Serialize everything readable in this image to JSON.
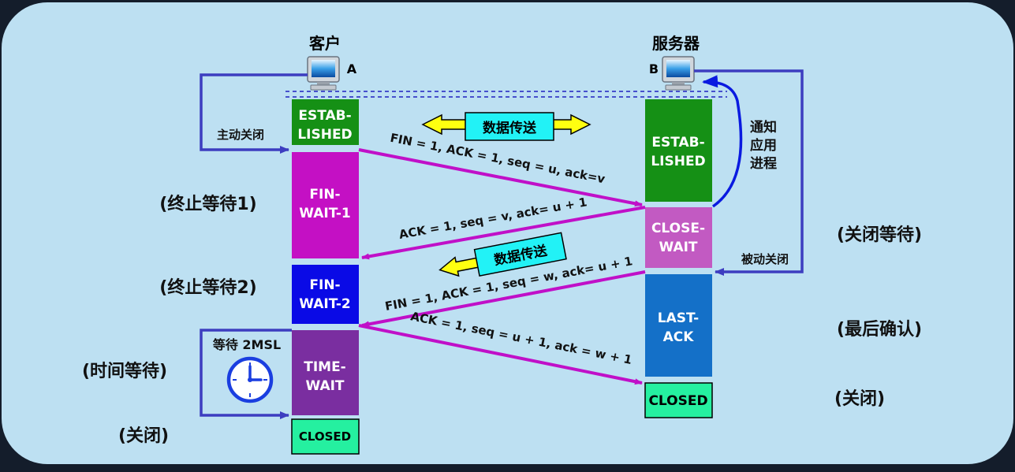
{
  "client": {
    "title": "客户",
    "letter": "A"
  },
  "server": {
    "title": "服务器",
    "letter": "B"
  },
  "client_states": {
    "established": [
      "ESTAB-",
      "LISHED"
    ],
    "fin_wait_1": [
      "FIN-",
      "WAIT-1"
    ],
    "fin_wait_2": [
      "FIN-",
      "WAIT-2"
    ],
    "time_wait": [
      "TIME-",
      "WAIT"
    ],
    "closed": "CLOSED"
  },
  "server_states": {
    "established": [
      "ESTAB-",
      "LISHED"
    ],
    "close_wait": [
      "CLOSE-",
      "WAIT"
    ],
    "last_ack": [
      "LAST-",
      "ACK"
    ],
    "closed": "CLOSED"
  },
  "left_labels": {
    "fin_wait_1": "(终止等待1)",
    "fin_wait_2": "(终止等待2)",
    "time_wait": "(时间等待)",
    "closed": "(关闭)"
  },
  "right_labels": {
    "close_wait": "(关闭等待)",
    "last_ack": "(最后确认)",
    "closed": "(关闭)"
  },
  "annotations": {
    "active_close": "主动关闭",
    "passive_close": "被动关闭",
    "notify_app": [
      "通知",
      "应用",
      "进程"
    ],
    "wait_2msl": "等待 2MSL"
  },
  "data_transfer": {
    "label_1": "数据传送",
    "label_2": "数据传送"
  },
  "messages": {
    "m1": "FIN = 1, ACK = 1,  seq = u,  ack=v",
    "m2": "ACK = 1, seq = v, ack= u + 1",
    "m3": "FIN = 1, ACK = 1, seq = w, ack= u + 1",
    "m4": "ACK = 1, seq = u + 1, ack = w + 1"
  },
  "colors": {
    "panel": "#bde0f2",
    "established": "#159015",
    "fin_wait_1": "#c410c4",
    "fin_wait_2": "#0a0ae6",
    "time_wait": "#7a2ea0",
    "close_wait": "#c25ac2",
    "last_ack": "#1470c8",
    "closed": "#25f0a0",
    "message_arrow": "#c010c8",
    "flow_line": "#3d3dc0",
    "transfer_fill": "#22f2f6",
    "transfer_arrow": "#ffff10"
  }
}
